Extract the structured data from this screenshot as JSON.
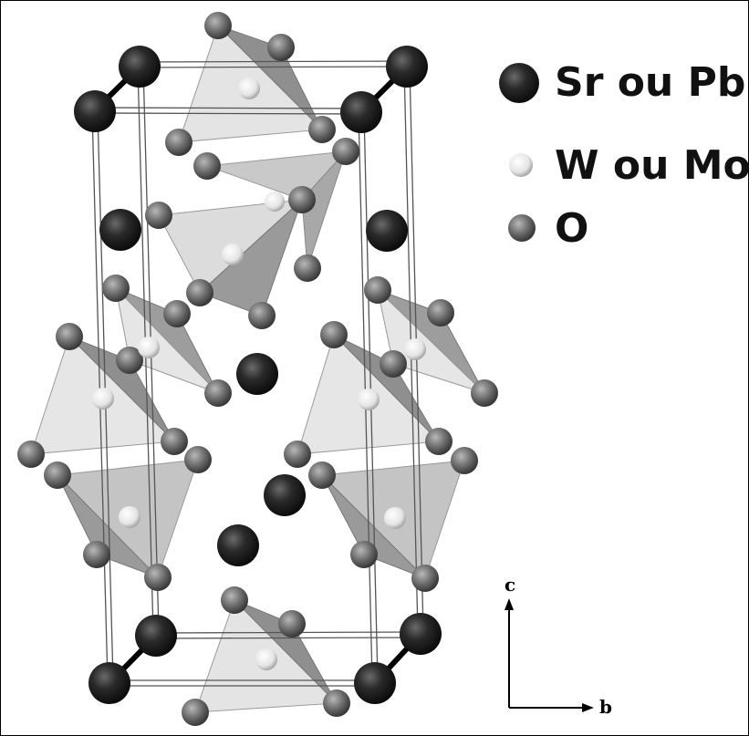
{
  "legend": [
    {
      "key": "sr_pb",
      "label": "Sr ou Pb",
      "color": "#1f1f1f"
    },
    {
      "key": "w_mo",
      "label": "W ou Mo",
      "color": "#eeeeee"
    },
    {
      "key": "o",
      "label": "O",
      "color": "#6f6f6f"
    }
  ],
  "axes": {
    "c_label": "c",
    "b_label": "b"
  },
  "colors": {
    "frame": "#000000",
    "cell_edge": "#555555",
    "tetra_light": "#e2e2e2",
    "tetra_mid": "#c4c4c4",
    "tetra_dark": "#8f8f8f",
    "large_atom": "#1f1f1f",
    "small_atom": "#eeeeee",
    "oxygen_atom": "#6f6f6f"
  }
}
